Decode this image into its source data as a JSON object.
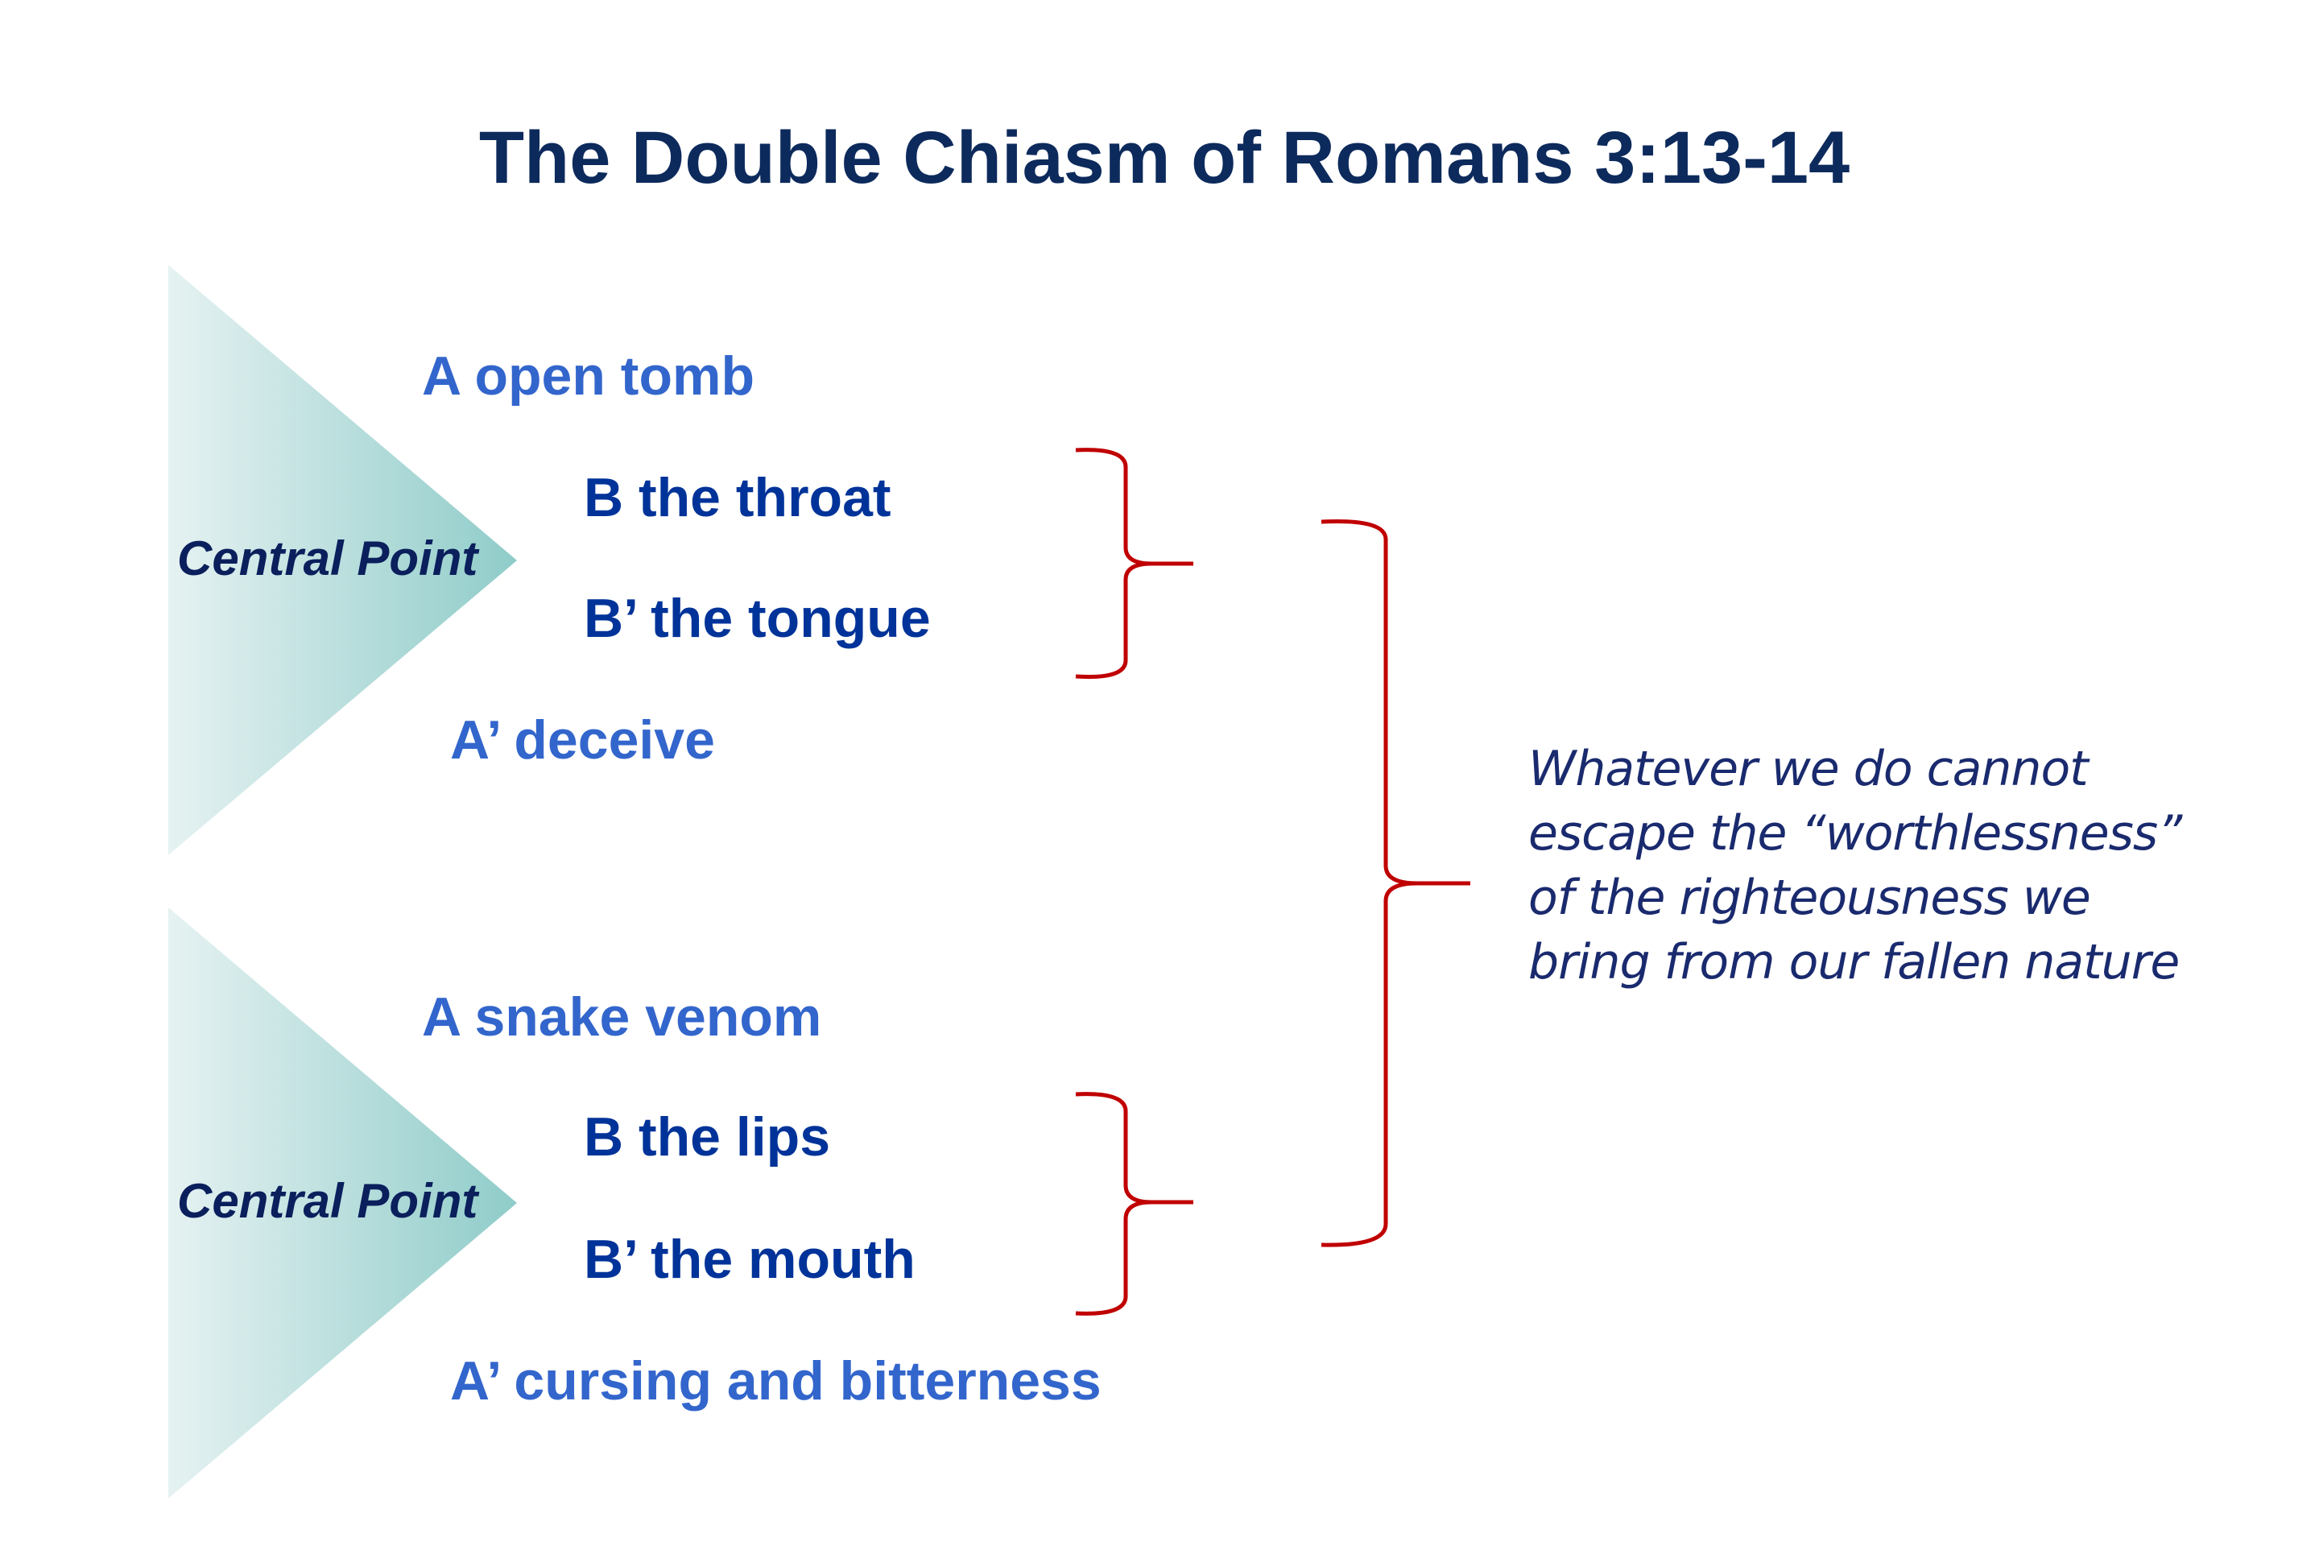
{
  "title": "The Double Chiasm of Romans 3:13-14",
  "chiasms": [
    {
      "center_label": "Central Point",
      "a": "A  open tomb",
      "b": "B  the throat",
      "b_prime": "B’ the tongue",
      "a_prime": "A’ deceive"
    },
    {
      "center_label": "Central Point",
      "a": "A  snake venom",
      "b": "B  the lips",
      "b_prime": "B’ the mouth",
      "a_prime": "A’ cursing and bitterness"
    }
  ],
  "conclusion": {
    "lines": [
      "Whatever we do cannot",
      "escape the “worthlessness”",
      "of the righteousness we",
      "bring from our fallen nature"
    ]
  },
  "colors": {
    "title": "#0d2a5c",
    "a_items": "#3366cc",
    "b_items": "#003399",
    "brace": "#c00000",
    "triangle": "#94cfcc"
  }
}
